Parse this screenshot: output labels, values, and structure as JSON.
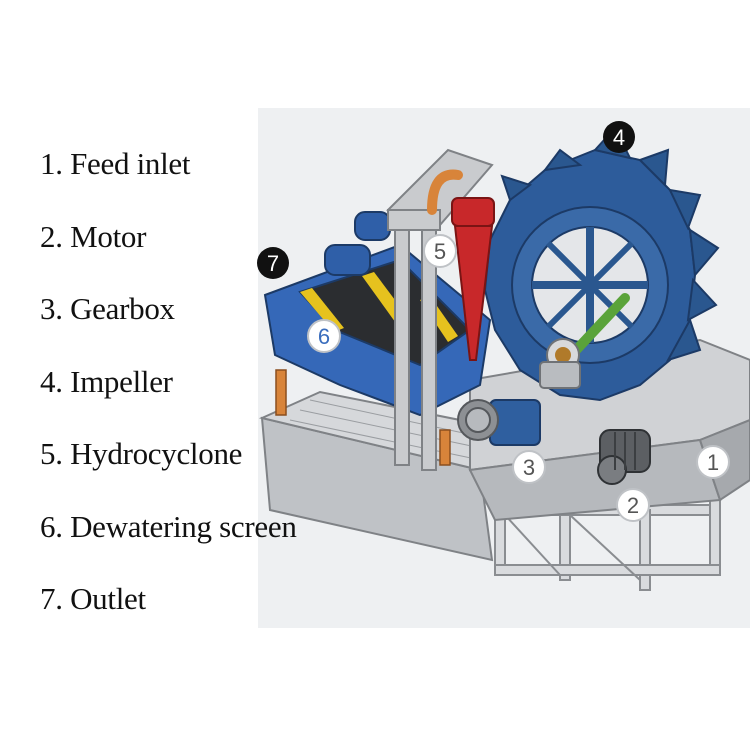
{
  "legend": [
    "1. Feed inlet",
    "2. Motor",
    "3. Gearbox",
    "4. Impeller",
    "5. Hydrocyclone",
    "6. Dewatering screen",
    "7. Outlet"
  ],
  "callouts": [
    {
      "number": "1",
      "style": "light"
    },
    {
      "number": "2",
      "style": "light"
    },
    {
      "number": "3",
      "style": "light"
    },
    {
      "number": "4",
      "style": "dark"
    },
    {
      "number": "5",
      "style": "light"
    },
    {
      "number": "6",
      "style": "light"
    },
    {
      "number": "7",
      "style": "dark"
    }
  ],
  "colors": {
    "tank": "#c7c9cc",
    "tank_shadow": "#a9acb0",
    "impeller": "#2f5f9f",
    "screen": "#3a6dbd",
    "hydrocyclone": "#c8282a",
    "pipe": "#d8843a",
    "shaft": "#5aa33a",
    "frame": "#b8bbbf",
    "callout_dark": "#111111",
    "callout_light": "#ffffff"
  }
}
